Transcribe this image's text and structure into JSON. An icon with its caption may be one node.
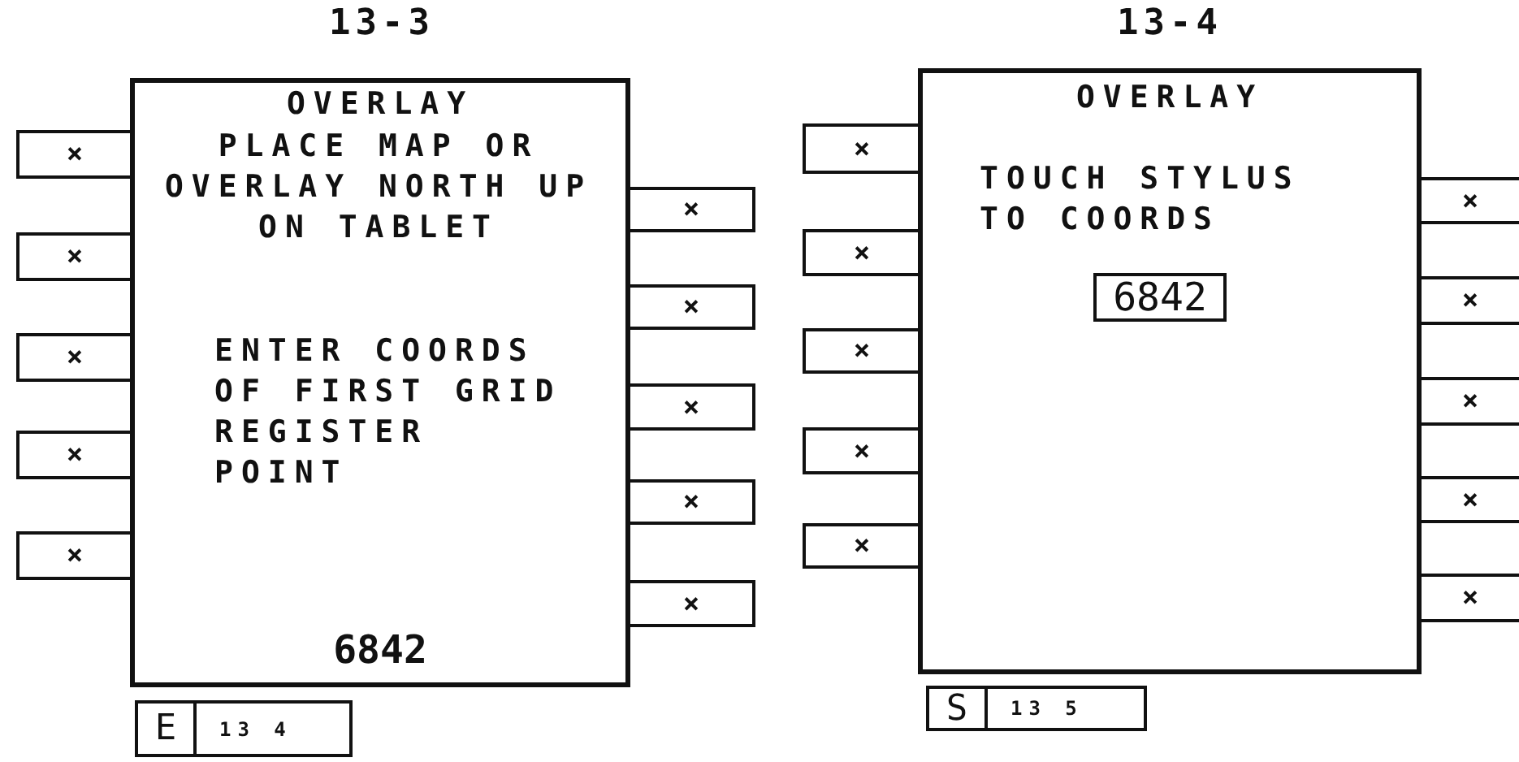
{
  "diagram": {
    "nodes": [
      {
        "text": [
          "OVERLAY",
          "PLACE MAP OR OVERLAY NORTH UP ON TABLET",
          "ENTER COORDS OF FIRST GRID REGISTER POINT",
          "6842"
        ],
        "beside": [
          "13-3"
        ]
      },
      {
        "text": [
          "×"
        ]
      },
      {
        "text": [
          "×"
        ]
      },
      {
        "text": [
          "×"
        ]
      },
      {
        "text": [
          "×"
        ]
      },
      {
        "text": [
          "×"
        ]
      },
      {
        "text": [
          "×"
        ]
      },
      {
        "text": [
          "×"
        ]
      },
      {
        "text": [
          "×"
        ]
      },
      {
        "text": [
          "×"
        ]
      },
      {
        "text": [
          "×"
        ]
      },
      {
        "text": [
          "E"
        ]
      },
      {
        "text": [
          "13 4"
        ]
      },
      {
        "text": [
          "OVERLAY",
          "TOUCH STYLUS TO COORDS"
        ],
        "beside": [
          "13-4"
        ]
      },
      {
        "text": [
          "6842"
        ],
        "in": 13
      },
      {
        "text": [
          "×"
        ]
      },
      {
        "text": [
          "×"
        ]
      },
      {
        "text": [
          "×"
        ]
      },
      {
        "text": [
          "×"
        ]
      },
      {
        "text": [
          "×"
        ]
      },
      {
        "text": [
          "×"
        ]
      },
      {
        "text": [
          "×"
        ]
      },
      {
        "text": [
          "×"
        ]
      },
      {
        "text": [
          "×"
        ]
      },
      {
        "text": [
          "×"
        ]
      },
      {
        "text": [
          "S"
        ]
      },
      {
        "text": [
          "13 5"
        ]
      }
    ]
  }
}
